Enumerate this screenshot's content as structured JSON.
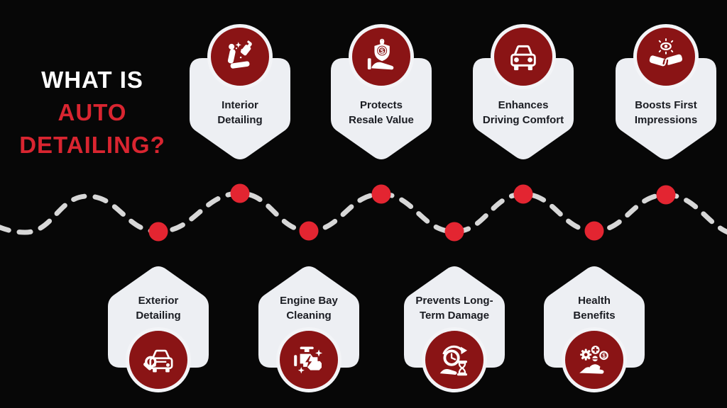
{
  "title": {
    "line1": "WHAT IS",
    "line2": "AUTO",
    "line3": "DETAILING?"
  },
  "colors": {
    "background": "#070707",
    "accent_red": "#d92530",
    "dot_red": "#e32531",
    "maroon": "#8a1415",
    "card_bg": "#edeff3",
    "ring": "#f3f4f7",
    "dash_gray": "#d7d7d7",
    "text_dark": "#1a1c22",
    "white": "#ffffff"
  },
  "timeline": {
    "dot_count": 8,
    "style": "dashed-sine-wave"
  },
  "cards_top": [
    {
      "label": "Interior Detailing",
      "line1": "Interior",
      "line2": "Detailing",
      "icon": "car-seat-spray-icon"
    },
    {
      "label": "Protects Resale Value",
      "line1": "Protects",
      "line2": "Resale Value",
      "icon": "shield-dollar-hand-icon"
    },
    {
      "label": "Enhances Driving Comfort",
      "line1": "Enhances",
      "line2": "Driving Comfort",
      "icon": "car-front-icon"
    },
    {
      "label": "Boosts First Impressions",
      "line1": "Boosts First",
      "line2": "Impressions",
      "icon": "handshake-eye-icon"
    }
  ],
  "cards_bottom": [
    {
      "label": "Exterior Detailing",
      "line1": "Exterior",
      "line2": "Detailing",
      "icon": "car-polisher-icon"
    },
    {
      "label": "Engine Bay Cleaning",
      "line1": "Engine Bay",
      "line2": "Cleaning",
      "icon": "engine-sparkle-icon"
    },
    {
      "label": "Prevents Long-Term Damage",
      "line1": "Prevents Long-",
      "line2": "Term Damage",
      "icon": "clock-hourglass-hand-icon"
    },
    {
      "label": "Health Benefits",
      "line1": "Health",
      "line2": "Benefits",
      "icon": "health-hand-icon"
    }
  ]
}
